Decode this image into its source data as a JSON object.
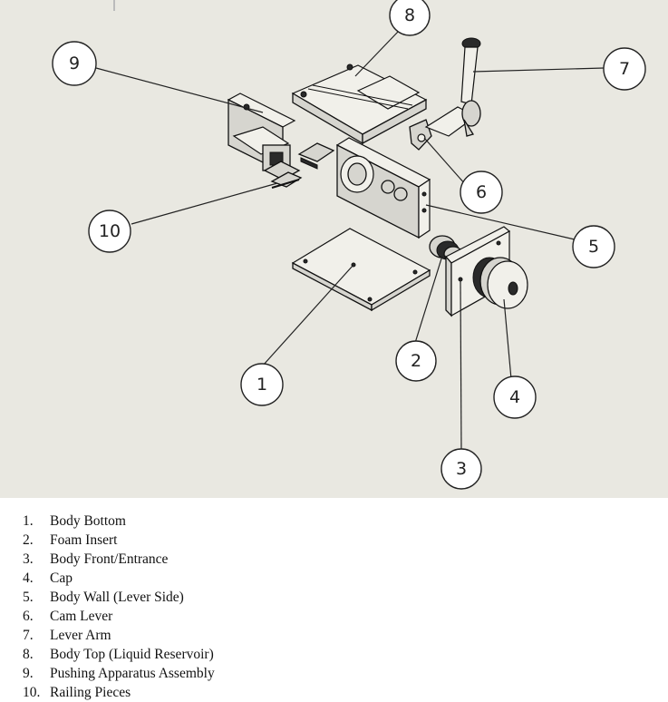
{
  "callouts": [
    "1",
    "2",
    "3",
    "4",
    "5",
    "6",
    "7",
    "8",
    "9",
    "10"
  ],
  "parts": [
    {
      "num": "1.",
      "label": "Body Bottom"
    },
    {
      "num": "2.",
      "label": "Foam Insert"
    },
    {
      "num": "3.",
      "label": "Body Front/Entrance"
    },
    {
      "num": "4.",
      "label": "Cap"
    },
    {
      "num": "5.",
      "label": "Body Wall (Lever Side)"
    },
    {
      "num": "6.",
      "label": "Cam Lever"
    },
    {
      "num": "7.",
      "label": "Lever Arm"
    },
    {
      "num": "8.",
      "label": "Body Top (Liquid Reservoir)"
    },
    {
      "num": "9.",
      "label": "Pushing Apparatus Assembly"
    },
    {
      "num": "10.",
      "label": "Railing Pieces"
    }
  ]
}
